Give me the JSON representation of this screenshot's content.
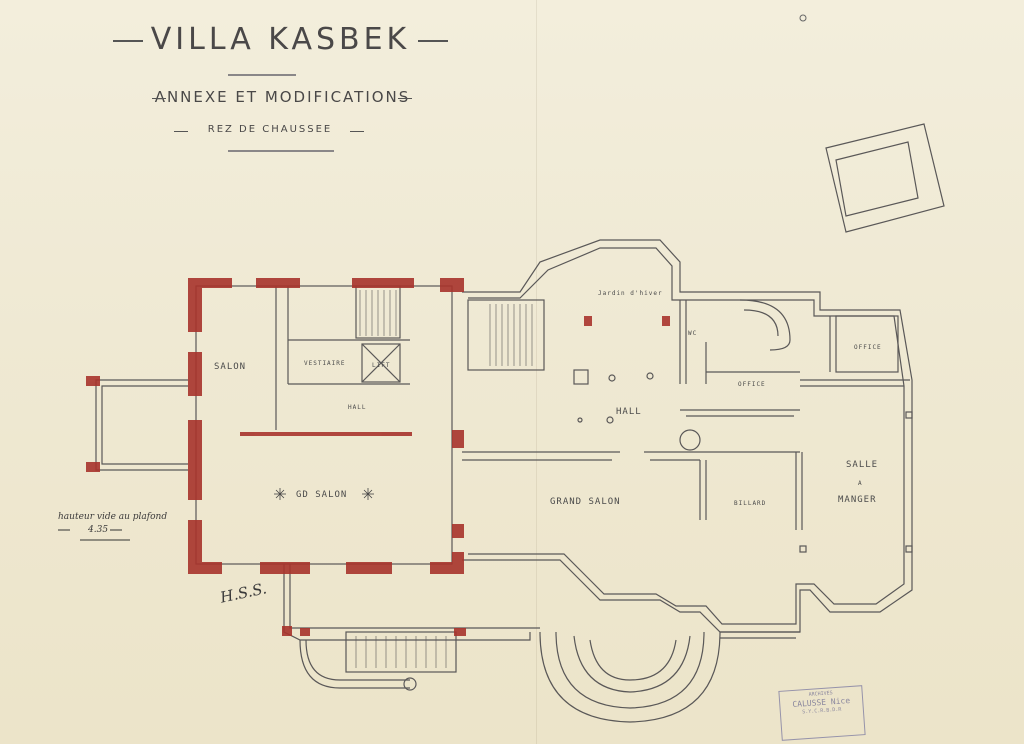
{
  "header": {
    "title": "VILLA KASBEK",
    "subtitle": "ANNEXE ET MODIFICATIONS",
    "floor": "REZ DE CHAUSSEE"
  },
  "rooms": {
    "salon": "SALON",
    "vestiaire": "VESTIAIRE",
    "lift": "LIFT",
    "hall_left": "HALL",
    "gd_salon": "GD SALON",
    "jardin_hiver": "Jardin d'hiver",
    "wc": "WC",
    "office_top": "OFFICE",
    "office_mid": "OFFICE",
    "hall_main": "HALL",
    "grand_salon": "GRAND SALON",
    "billard": "BILLARD",
    "salle": "SALLE",
    "a": "A",
    "manger": "MANGER"
  },
  "annotation": {
    "ceiling_label": "hauteur vide au plafond",
    "ceiling_value": "4.35"
  },
  "signature": "H.S.S.",
  "stamp": {
    "line1": "ARCHIVES",
    "line2": "CALUSSE Nice",
    "line3": "S.Y.C.R.B.D.R"
  },
  "colors": {
    "paper": "#f1ecd9",
    "ink": "#4a4848",
    "wall_red": "#a8342c",
    "stamp": "#6a6890"
  }
}
